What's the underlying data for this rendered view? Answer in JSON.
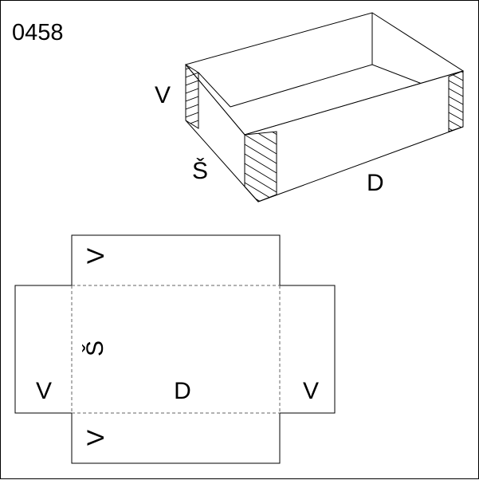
{
  "product_code": "0458",
  "box_view": {
    "label_height": "V",
    "label_width": "Š",
    "label_length": "D"
  },
  "flat_pattern": {
    "label_top_flap": "V",
    "label_bottom_flap": "V",
    "label_left_flap": "V",
    "label_right_flap": "V",
    "label_width": "Š",
    "label_length": "D"
  },
  "colors": {
    "line": "#000000",
    "fold_line": "#666666",
    "background": "#ffffff"
  }
}
